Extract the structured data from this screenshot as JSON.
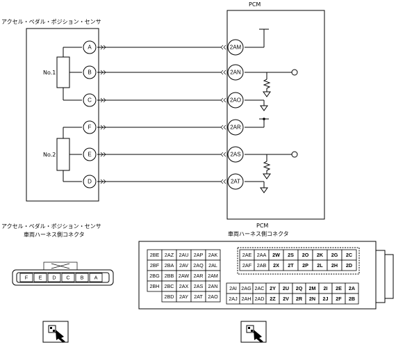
{
  "pcm_title": "PCM",
  "sensor_title": "アクセル・ペダル・ポジション・センサ",
  "sensors": [
    {
      "label": "No.1",
      "pins": [
        "A",
        "B",
        "C"
      ]
    },
    {
      "label": "No.2",
      "pins": [
        "F",
        "E",
        "D"
      ]
    }
  ],
  "pcm_pins": [
    "2AM",
    "2AN",
    "2AO",
    "2AR",
    "2AS",
    "2AT"
  ],
  "left_connector": {
    "title_line1": "アクセル・ペダル・ポジション・センサ",
    "title_line2": "車両ハーネス側コネクタ",
    "pins": [
      "F",
      "E",
      "D",
      "C",
      "B",
      "A"
    ]
  },
  "right_connector": {
    "title_line1": "PCM",
    "title_line2": "車両ハーネス側コネクタ",
    "left_block": [
      [
        "2BE",
        "2AZ",
        "2AU",
        "2AP",
        "2AK"
      ],
      [
        "2BF",
        "2BA",
        "2AV",
        "2AQ",
        "2AL"
      ],
      [
        "2BG",
        "2BB",
        "2AW",
        "2AR",
        "2AM"
      ],
      [
        "2BH",
        "2BC",
        "2AX",
        "2AS",
        "2AN"
      ],
      [
        "",
        "2BD",
        "2AY",
        "2AT",
        "2AO"
      ]
    ],
    "top_block": [
      [
        "2AE",
        "2AA",
        "2W",
        "2S",
        "2O",
        "2K",
        "2G",
        "2C"
      ],
      [
        "2AF",
        "2AB",
        "2X",
        "2T",
        "2P",
        "2L",
        "2H",
        "2D"
      ]
    ],
    "bottom_block": [
      [
        "2AI",
        "2AG",
        "2AC",
        "2Y",
        "2U",
        "2Q",
        "2M",
        "2I",
        "2E",
        "2A"
      ],
      [
        "2AJ",
        "2AH",
        "2AD",
        "2Z",
        "2V",
        "2R",
        "2N",
        "2J",
        "2F",
        "2B"
      ]
    ]
  },
  "icons": [
    "connector-probe-icon",
    "connector-probe-icon"
  ]
}
